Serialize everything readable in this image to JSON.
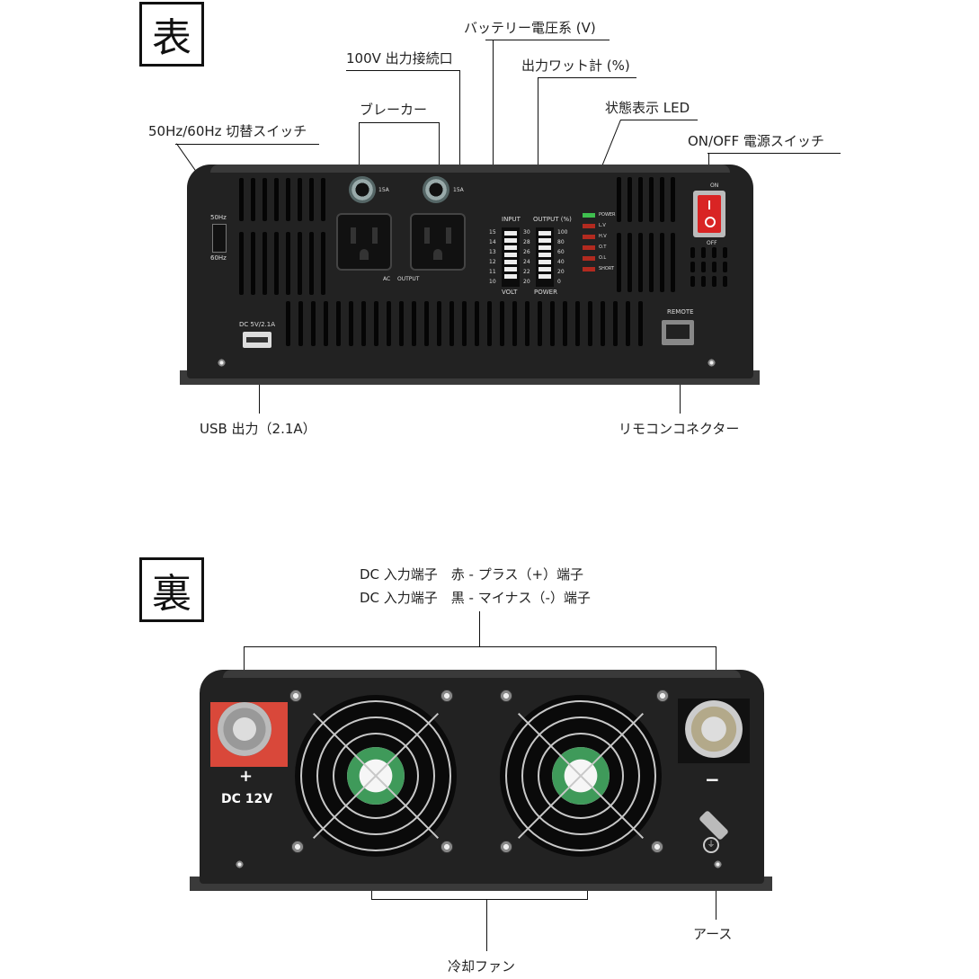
{
  "front": {
    "tag": "表",
    "labels": {
      "battery_voltage": "バッテリー電圧系 (V)",
      "ac_outlet": "100V 出力接続口",
      "output_watt": "出力ワット計 (%)",
      "breaker": "ブレーカー",
      "status_led": "状態表示 LED",
      "freq_switch": "50Hz/60Hz 切替スイッチ",
      "power_switch": "ON/OFF 電源スイッチ",
      "usb_out": "USB 出力（2.1A）",
      "remote": "リモコンコネクター"
    },
    "panel": {
      "hz50": "50Hz",
      "hz60": "60Hz",
      "breaker_rating_left": "15A",
      "breaker_rating_right": "15A",
      "ac": "AC",
      "output": "OUTPUT",
      "input": "INPUT",
      "volt": "VOLT",
      "output_pct": "OUTPUT (%)",
      "power": "POWER",
      "volt_scale": [
        "15",
        "14",
        "13",
        "12",
        "11",
        "10"
      ],
      "watt_scale_a": [
        "30",
        "28",
        "26",
        "24",
        "22",
        "20"
      ],
      "watt_scale_b": [
        "100",
        "80",
        "60",
        "40",
        "20",
        "0"
      ],
      "led_labels": [
        "POWER",
        "L.V",
        "H.V",
        "O.T",
        "O.L",
        "SHORT"
      ],
      "on": "ON",
      "off": "OFF",
      "dc_usb": "DC 5V/2.1A",
      "remote_port": "REMOTE"
    },
    "colors": {
      "status_leds": [
        "#3fbf4f",
        "#b22a1f",
        "#b22a1f",
        "#b22a1f",
        "#b22a1f",
        "#b22a1f"
      ],
      "rocker": "#d92424"
    }
  },
  "back": {
    "tag": "裏",
    "labels": {
      "dc_red": "DC 入力端子　赤 - プラス（+）端子",
      "dc_black": "DC 入力端子　黒 - マイナス（-）端子",
      "cooling_fan": "冷却ファン",
      "earth": "アース"
    },
    "panel": {
      "plus": "+",
      "dc12": "DC 12V",
      "minus": "−"
    },
    "icons": [
      "bolt-icon",
      "ground-icon",
      "fan-icon"
    ]
  }
}
